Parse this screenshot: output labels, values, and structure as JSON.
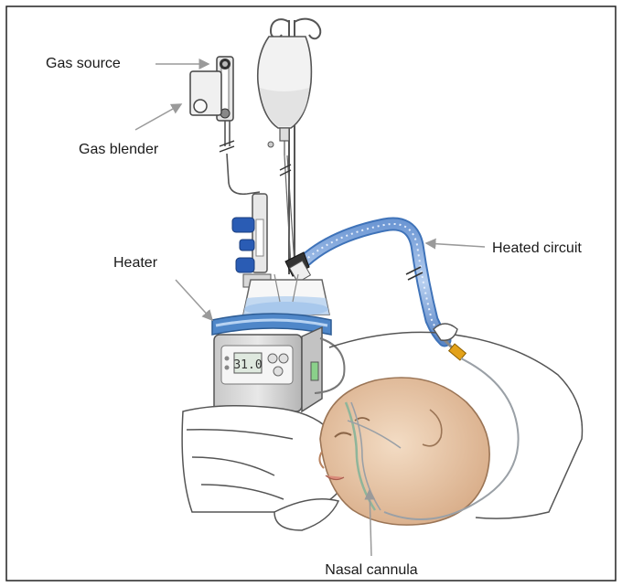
{
  "labels": {
    "gas_source": "Gas source",
    "gas_blender": "Gas blender",
    "heater": "Heater",
    "heated_circuit": "Heated circuit",
    "nasal_cannula": "Nasal cannula"
  },
  "heater_display": "31.0",
  "colors": {
    "tube": "#8fb1e0",
    "tube_dark": "#3f73b9",
    "knob_blue": "#2a5cb4",
    "skin": "#e8c8a8",
    "skin_shade": "#d9ae8a",
    "water": "#bcd5f0",
    "connector": "#e3a21a"
  }
}
